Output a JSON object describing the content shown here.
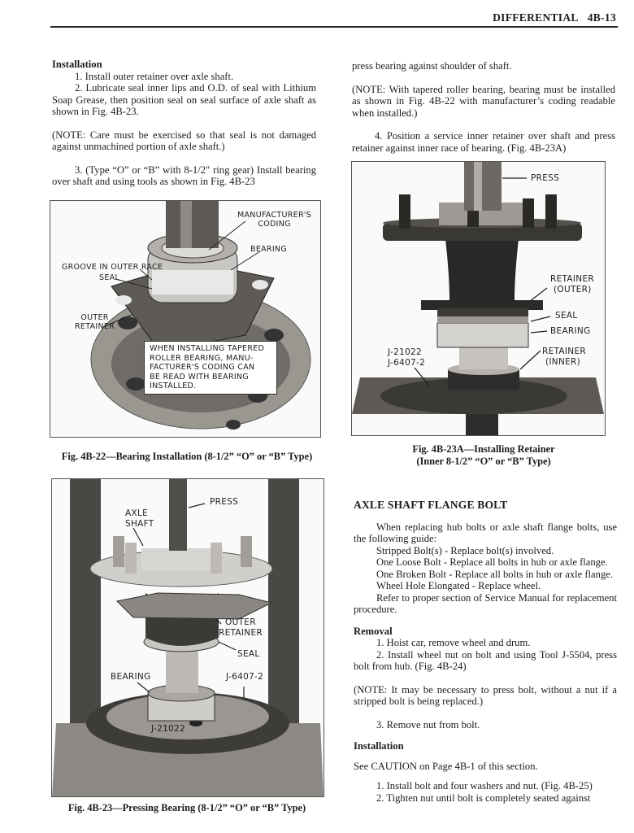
{
  "header": {
    "section": "DIFFERENTIAL",
    "page": "4B-13"
  },
  "left_column": {
    "installation_heading": "Installation",
    "steps": [
      "1. Install outer retainer over axle shaft.",
      "2. Lubricate seal inner lips and O.D. of seal with Lithium Soap Grease, then position seal on seal surface of axle shaft as shown in Fig. 4B-23."
    ],
    "note": "(NOTE: Care must be exercised so that seal is not damaged against unmachined portion of axle shaft.)",
    "step3": "3. (Type “O” or “B” with 8-1/2″ ring gear) Install bearing over shaft and using tools as shown in Fig. 4B-23"
  },
  "right_column": {
    "continuation": "press bearing against shoulder of shaft.",
    "note": "(NOTE: With tapered roller bearing, bearing must be installed as shown in Fig. 4B-22 with manufacturer’s coding readable when installed.)",
    "step4": "4. Position a service inner retainer over shaft and press retainer against inner race of bearing. (Fig. 4B-23A)",
    "flange_bolt": {
      "heading": "AXLE SHAFT FLANGE BOLT",
      "intro": "When replacing hub bolts or axle shaft flange bolts, use the following guide:",
      "guide": [
        "Stripped Bolt(s) - Replace bolt(s) involved.",
        "One Loose Bolt - Replace all bolts in hub or axle flange.",
        "One Broken Bolt - Replace all bolts in hub or axle flange.",
        "Wheel Hole Elongated - Replace wheel.",
        "Refer to proper section of Service Manual for replacement procedure."
      ],
      "removal_heading": "Removal",
      "removal_steps": [
        "1. Hoist car, remove wheel and drum.",
        "2. Install wheel nut on bolt and using Tool J-5504, press bolt from hub. (Fig. 4B-24)"
      ],
      "removal_note": "(NOTE: It may be necessary to press bolt, without a nut if a stripped bolt is being replaced.)",
      "removal_step3": "3. Remove nut from bolt.",
      "installation_heading": "Installation",
      "caution": "See CAUTION on Page 4B-1 of this section.",
      "installation_steps": [
        "1. Install bolt and four washers and nut. (Fig. 4B-25)",
        "2. Tighten nut until bolt is completely seated against"
      ]
    }
  },
  "figures": {
    "fig_4b22": {
      "caption": "Fig. 4B-22—Bearing Installation (8-1/2” “O” or “B” Type)",
      "labels": {
        "manufacturers_coding_1": "MANUFACTURER'S",
        "manufacturers_coding_2": "CODING",
        "bearing": "BEARING",
        "groove": "GROOVE IN OUTER RACE",
        "seal": "SEAL",
        "outer_retainer_1": "OUTER",
        "outer_retainer_2": "RETAINER"
      },
      "callout": [
        "WHEN INSTALLING TAPERED",
        "ROLLER BEARING, MANU-",
        "FACTURER'S CODING CAN",
        "BE READ WITH BEARING",
        "INSTALLED."
      ]
    },
    "fig_4b23a": {
      "caption_line1": "Fig. 4B-23A—Installing Retainer",
      "caption_line2": "(Inner 8-1/2” “O” or “B” Type)",
      "labels": {
        "press": "PRESS",
        "retainer_outer_1": "RETAINER",
        "retainer_outer_2": "(OUTER)",
        "seal": "SEAL",
        "bearing": "BEARING",
        "retainer_inner_1": "RETAINER",
        "retainer_inner_2": "(INNER)",
        "tool1": "J-21022",
        "tool2": "J-6407-2"
      }
    },
    "fig_4b23": {
      "caption": "Fig. 4B-23—Pressing Bearing (8-1/2” “O” or “B” Type)",
      "labels": {
        "press": "PRESS",
        "axle_shaft_1": "AXLE",
        "axle_shaft_2": "SHAFT",
        "outer_retainer_1": "OUTER",
        "outer_retainer_2": "RETAINER",
        "seal": "SEAL",
        "bearing": "BEARING",
        "tool_j6407": "J-6407-2",
        "tool_j21022": "J-21022"
      }
    }
  }
}
